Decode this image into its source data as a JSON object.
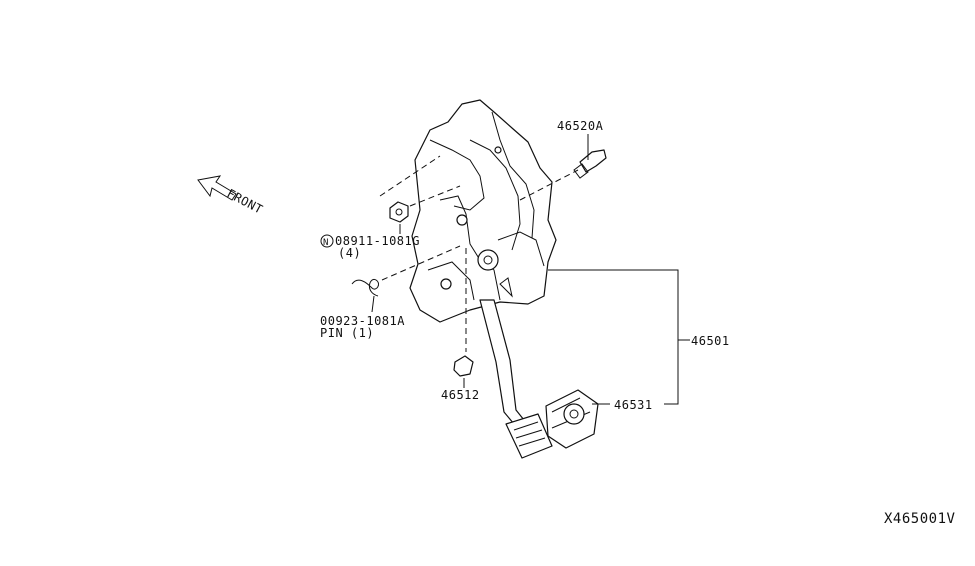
{
  "front_label": "FRONT",
  "callouts": {
    "bolt": "46520A",
    "nut": "08911-1081G",
    "nut_qty": "(4)",
    "nut_symbol": "N",
    "pin": "00923-1081A",
    "pin_note": "PIN (1)",
    "stopper": "46512",
    "assembly": "46501",
    "pad": "46531"
  },
  "diagram_code": "X465001V"
}
